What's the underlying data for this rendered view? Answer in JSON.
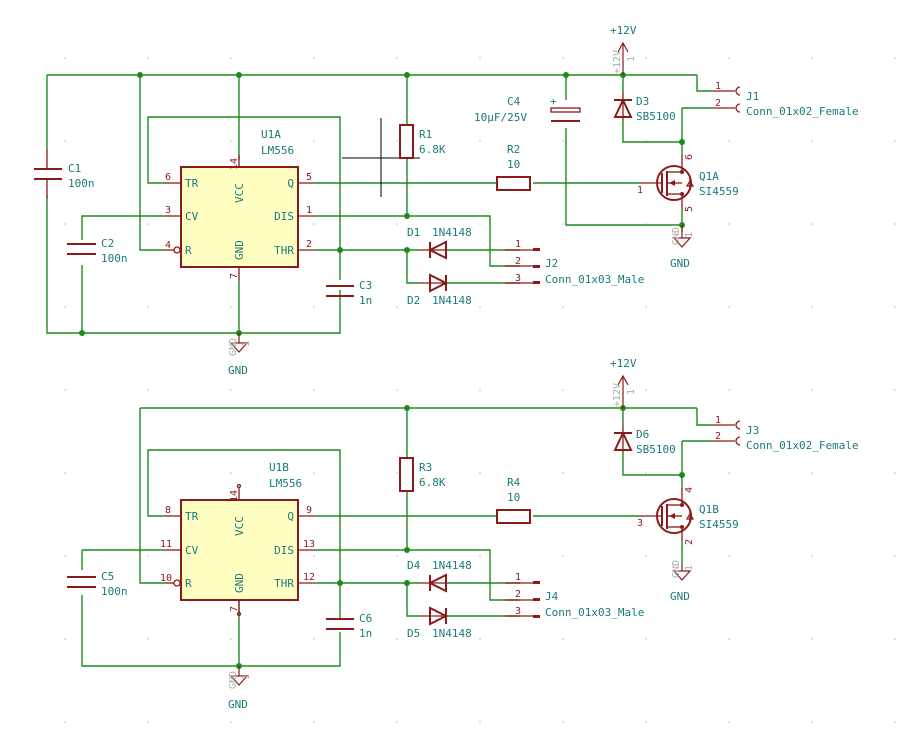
{
  "schematic": {
    "power_labels": {
      "vcc": "+12V",
      "vcc_ghost": "+12V",
      "gnd": "GND",
      "gnd_ghost": "GND",
      "ghost_pin": "1"
    },
    "u1a": {
      "ref": "U1A",
      "value": "LM556",
      "pins": {
        "tr": {
          "name": "TR",
          "num": "6"
        },
        "cv": {
          "name": "CV",
          "num": "3"
        },
        "r": {
          "name": "R",
          "num": "4"
        },
        "q": {
          "name": "Q",
          "num": "5"
        },
        "dis": {
          "name": "DIS",
          "num": "1"
        },
        "thr": {
          "name": "THR",
          "num": "2"
        },
        "vcc": {
          "name": "VCC",
          "num": "14"
        },
        "gnd": {
          "name": "GND",
          "num": "7"
        }
      }
    },
    "u1b": {
      "ref": "U1B",
      "value": "LM556",
      "pins": {
        "tr": {
          "name": "TR",
          "num": "8"
        },
        "cv": {
          "name": "CV",
          "num": "11"
        },
        "r": {
          "name": "R",
          "num": "10"
        },
        "q": {
          "name": "Q",
          "num": "9"
        },
        "dis": {
          "name": "DIS",
          "num": "13"
        },
        "thr": {
          "name": "THR",
          "num": "12"
        },
        "vcc": {
          "name": "VCC",
          "num": "14"
        },
        "gnd": {
          "name": "GND",
          "num": "7"
        }
      }
    },
    "c1": {
      "ref": "C1",
      "value": "100n"
    },
    "c2": {
      "ref": "C2",
      "value": "100n"
    },
    "c3": {
      "ref": "C3",
      "value": "1n"
    },
    "c4": {
      "ref": "C4",
      "value": "10µF/25V",
      "polarity": "+"
    },
    "c5": {
      "ref": "C5",
      "value": "100n"
    },
    "c6": {
      "ref": "C6",
      "value": "1n"
    },
    "r1": {
      "ref": "R1",
      "value": "6.8K"
    },
    "r2": {
      "ref": "R2",
      "value": "10"
    },
    "r3": {
      "ref": "R3",
      "value": "6.8K"
    },
    "r4": {
      "ref": "R4",
      "value": "10"
    },
    "d1": {
      "ref": "D1",
      "value": "1N4148"
    },
    "d2": {
      "ref": "D2",
      "value": "1N4148"
    },
    "d3": {
      "ref": "D3",
      "value": "SB5100"
    },
    "d4": {
      "ref": "D4",
      "value": "1N4148"
    },
    "d5": {
      "ref": "D5",
      "value": "1N4148"
    },
    "d6": {
      "ref": "D6",
      "value": "SB5100"
    },
    "q1a": {
      "ref": "Q1A",
      "value": "SI4559",
      "pins": {
        "g": "1",
        "d": "6",
        "s": "5"
      }
    },
    "q1b": {
      "ref": "Q1B",
      "value": "SI4559",
      "pins": {
        "g": "3",
        "d": "4",
        "s": "2"
      }
    },
    "j1": {
      "ref": "J1",
      "value": "Conn_01x02_Female",
      "pins": [
        "1",
        "2"
      ]
    },
    "j2": {
      "ref": "J2",
      "value": "Conn_01x03_Male",
      "pins": [
        "1",
        "2",
        "3"
      ]
    },
    "j3": {
      "ref": "J3",
      "value": "Conn_01x02_Female",
      "pins": [
        "1",
        "2"
      ]
    },
    "j4": {
      "ref": "J4",
      "value": "Conn_01x03_Male",
      "pins": [
        "1",
        "2",
        "3"
      ]
    }
  }
}
